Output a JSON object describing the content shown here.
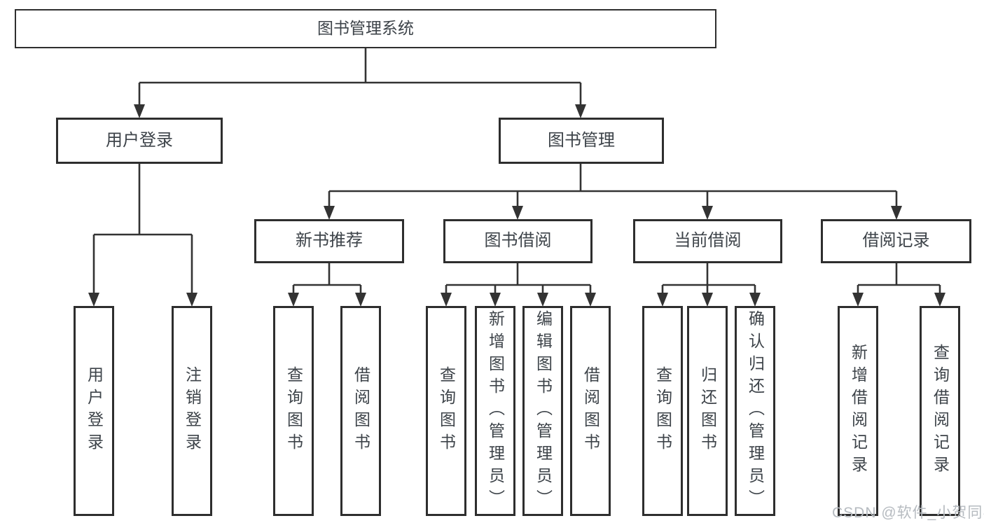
{
  "diagram": {
    "title": "图书管理系统",
    "root": {
      "label": "图书管理系统"
    },
    "level2": [
      {
        "label": "用户登录"
      },
      {
        "label": "图书管理"
      }
    ],
    "level3": [
      {
        "label": "新书推荐",
        "parent": "图书管理"
      },
      {
        "label": "图书借阅",
        "parent": "图书管理"
      },
      {
        "label": "当前借阅",
        "parent": "图书管理"
      },
      {
        "label": "借阅记录",
        "parent": "图书管理"
      }
    ],
    "leaves": [
      {
        "label": "用户登录",
        "parent": "用户登录"
      },
      {
        "label": "注销登录",
        "parent": "用户登录"
      },
      {
        "label": "查询图书",
        "parent": "新书推荐"
      },
      {
        "label": "借阅图书",
        "parent": "新书推荐"
      },
      {
        "label": "查询图书",
        "parent": "图书借阅"
      },
      {
        "label": "新增图书（管理员）",
        "parent": "图书借阅"
      },
      {
        "label": "编辑图书（管理员）",
        "parent": "图书借阅"
      },
      {
        "label": "借阅图书",
        "parent": "图书借阅"
      },
      {
        "label": "查询图书",
        "parent": "当前借阅"
      },
      {
        "label": "归还图书",
        "parent": "当前借阅"
      },
      {
        "label": "确认归还（管理员）",
        "parent": "当前借阅"
      },
      {
        "label": "新增借阅记录",
        "parent": "借阅记录"
      },
      {
        "label": "查询借阅记录",
        "parent": "借阅记录"
      }
    ]
  },
  "watermark": {
    "text": "CSDN @软件_小贺同学"
  },
  "colors": {
    "line": "#333333",
    "box_border": "#2e2e2e",
    "text": "#3d4349",
    "watermark": "#b6bbc0",
    "background": "#ffffff"
  }
}
